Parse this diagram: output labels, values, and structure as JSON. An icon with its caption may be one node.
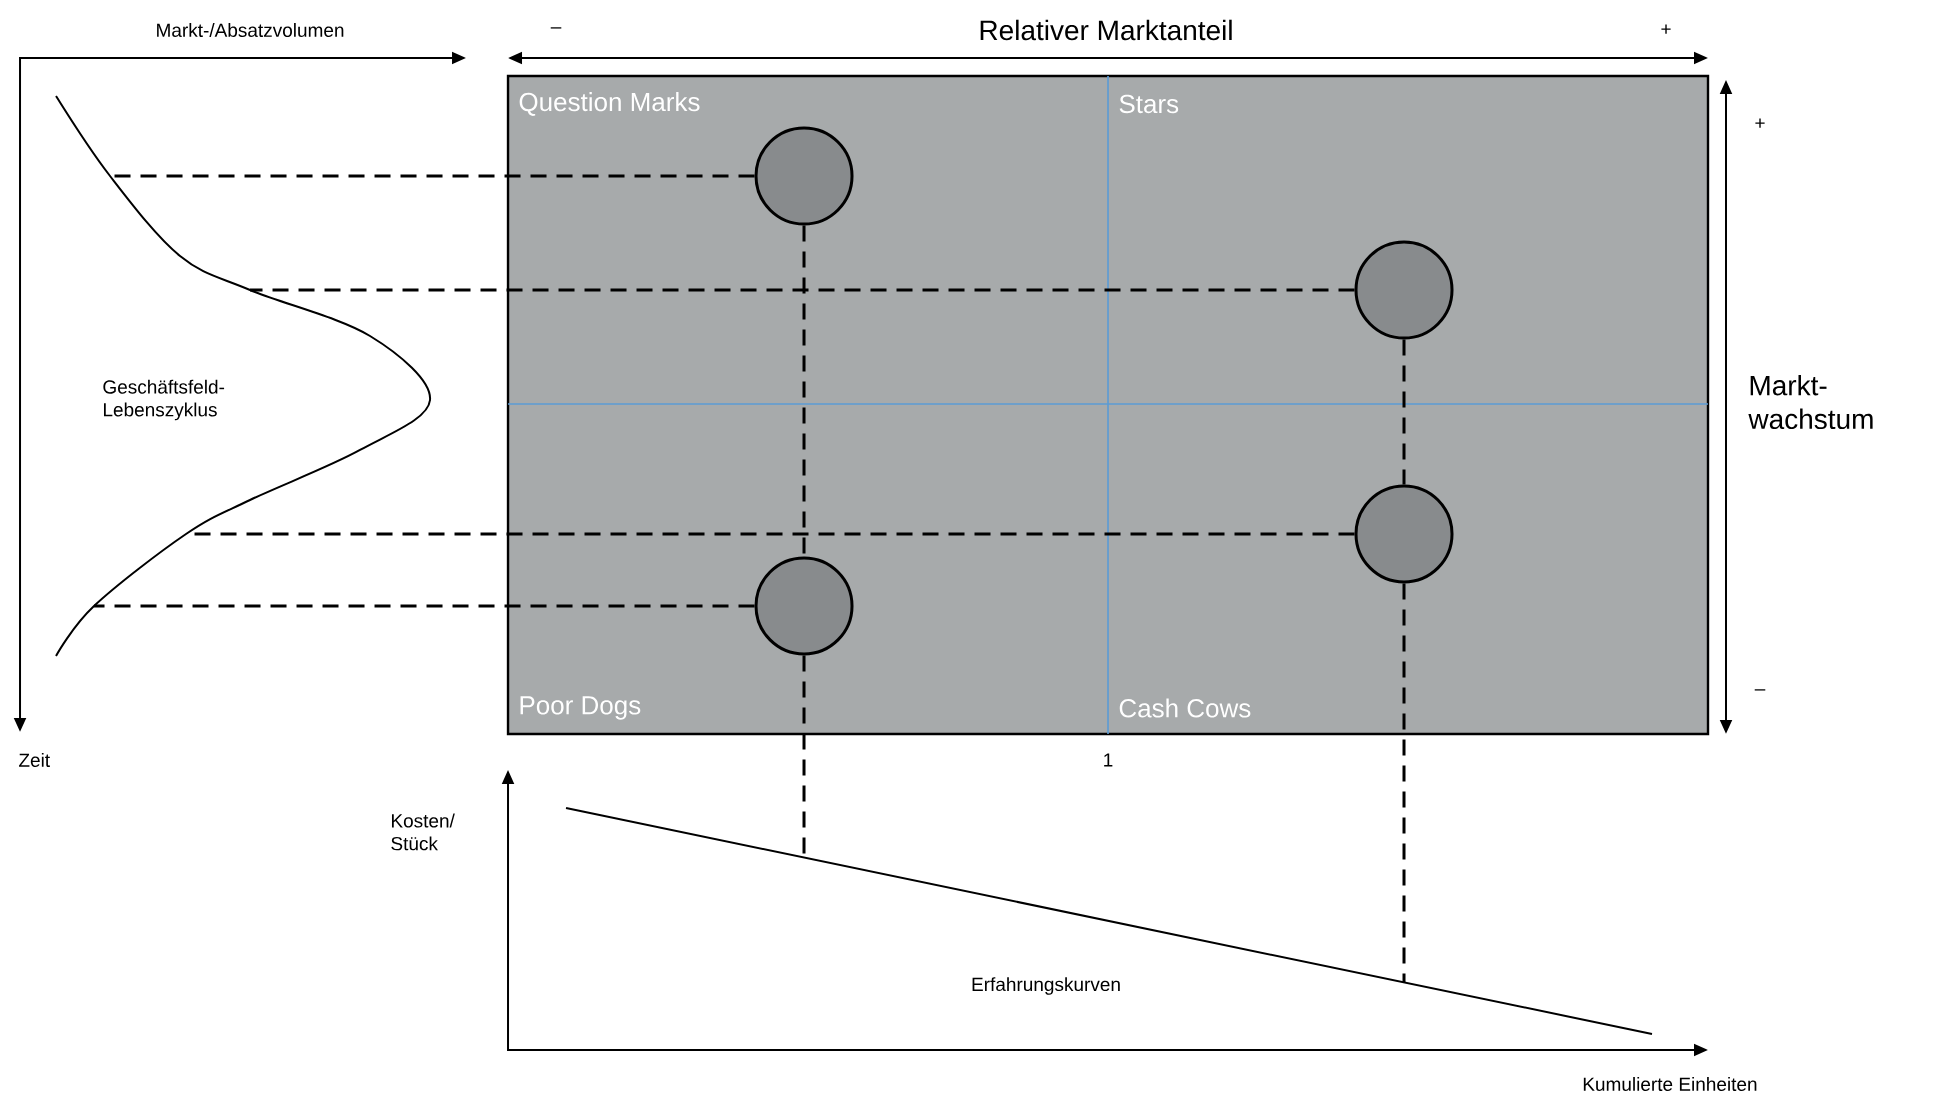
{
  "diagram": {
    "nodes": [
      {
        "text": [
          "Question Marks",
          "Stars",
          "Poor Dogs",
          "Cash Cows"
        ]
      },
      {
        "text": [],
        "shape": "circle",
        "in": 0
      },
      {
        "text": [],
        "shape": "circle",
        "in": 0
      },
      {
        "text": [],
        "shape": "circle",
        "in": 0
      },
      {
        "text": [],
        "shape": "circle",
        "in": 0
      }
    ],
    "edges": [
      {
        "from": 1,
        "to": null,
        "arrow": "none",
        "style": "dashed"
      },
      {
        "from": 1,
        "to": 4,
        "arrow": "none",
        "style": "dashed"
      },
      {
        "from": 2,
        "to": null,
        "arrow": "none",
        "style": "dashed"
      },
      {
        "from": 2,
        "to": 3,
        "arrow": "none",
        "style": "dashed"
      },
      {
        "from": 3,
        "to": null,
        "arrow": "none",
        "style": "dashed"
      },
      {
        "from": 3,
        "to": null,
        "arrow": "none",
        "style": "dashed"
      },
      {
        "from": 4,
        "to": null,
        "arrow": "none",
        "style": "dashed"
      },
      {
        "from": 4,
        "to": null,
        "arrow": "none",
        "style": "dashed"
      }
    ],
    "labels": [
      "Markt-/Absatzvolumen",
      "–",
      "Relativer Marktanteil",
      "+",
      "+",
      "Geschäftsfeld- Lebenszyklus",
      "Markt- wachstum",
      "–",
      "Zeit",
      "1",
      "Kosten/ Stück",
      "Erfahrungskurven",
      "Kumulierte Einheiten"
    ]
  }
}
